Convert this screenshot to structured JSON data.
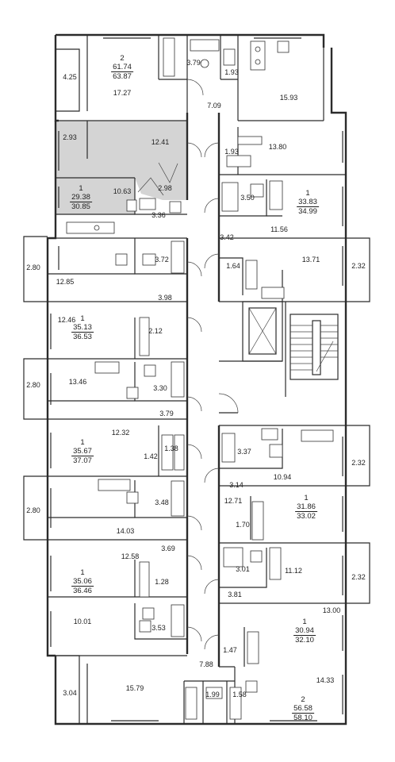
{
  "apartments": [
    {
      "id": "a1",
      "rooms": "2",
      "living": "61.74",
      "total": "63.87"
    },
    {
      "id": "a2",
      "rooms": "1",
      "living": "29.38",
      "total": "30.85"
    },
    {
      "id": "a3",
      "rooms": "1",
      "living": "35.13",
      "total": "36.53"
    },
    {
      "id": "a4",
      "rooms": "1",
      "living": "35.67",
      "total": "37.07"
    },
    {
      "id": "a5",
      "rooms": "1",
      "living": "35.06",
      "total": "36.46"
    },
    {
      "id": "a6",
      "rooms": "1",
      "living": "33.83",
      "total": "34.99"
    },
    {
      "id": "a7",
      "rooms": "1",
      "living": "31.86",
      "total": "33.02"
    },
    {
      "id": "a8",
      "rooms": "1",
      "living": "30.94",
      "total": "32.10"
    },
    {
      "id": "a9",
      "rooms": "2",
      "living": "56.58",
      "total": "58.10"
    }
  ],
  "room_areas": [
    "4.25",
    "3.79",
    "1.93",
    "17.27",
    "15.93",
    "7.09",
    "2.93",
    "12.41",
    "1.93",
    "13.80",
    "10.63",
    "2.98",
    "3.36",
    "3.50",
    "3.42",
    "11.56",
    "2.80",
    "3.72",
    "12.85",
    "1.64",
    "13.71",
    "2.32",
    "3.98",
    "12.46",
    "2.12",
    "2.80",
    "13.46",
    "3.30",
    "3.79",
    "12.32",
    "1.42",
    "1.38",
    "3.37",
    "2.32",
    "10.94",
    "2.80",
    "3.14",
    "3.48",
    "12.71",
    "14.03",
    "1.70",
    "3.69",
    "12.58",
    "1.28",
    "3.01",
    "11.12",
    "2.32",
    "3.81",
    "10.01",
    "13.00",
    "3.53",
    "1.47",
    "7.88",
    "3.04",
    "15.79",
    "1.99",
    "1.58",
    "14.33"
  ]
}
